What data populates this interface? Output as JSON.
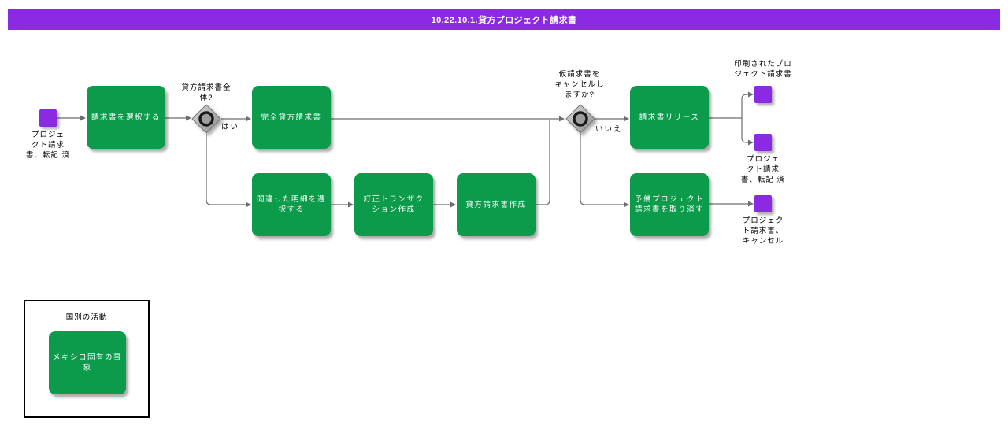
{
  "title": "10.22.10.1.貸方プロジェクト請求書",
  "colors": {
    "accent_purple": "#8A2BE2",
    "task_green": "#0C9B4B",
    "connector_gray": "#6D6D6D",
    "gateway_gray": "#A8A8A8"
  },
  "events": {
    "start": {
      "label_lines": [
        "プロジェ",
        "クト請求",
        "書、転記 済"
      ]
    },
    "printed": {
      "label_lines": [
        "印刷されたプロ",
        "ジェクト請求書"
      ]
    },
    "posted": {
      "label_lines": [
        "プロジェ",
        "クト請求",
        "書、転記 済"
      ]
    },
    "cancelled": {
      "label_lines": [
        "プロジェク",
        "ト請求書、",
        "キャンセル"
      ]
    }
  },
  "tasks": {
    "select_invoice": {
      "lines": [
        "請求書を選択する"
      ]
    },
    "full_credit_memo": {
      "lines": [
        "完全貸方請求書"
      ]
    },
    "select_wrong_items": {
      "lines": [
        "間違った明細を選",
        "択する"
      ]
    },
    "create_correction_txn": {
      "lines": [
        "訂正トランザク",
        "ション作成"
      ]
    },
    "create_credit_memo": {
      "lines": [
        "貸方請求書作成"
      ]
    },
    "release_invoice": {
      "lines": [
        "請求書リリース"
      ]
    },
    "cancel_preliminary_invoice": {
      "lines": [
        "予備プロジェクト",
        "請求書を取り消す"
      ]
    }
  },
  "gateways": {
    "full_credit_question": {
      "label_lines": [
        "貸方請求書全",
        "体?"
      ],
      "branch_yes": "はい"
    },
    "cancel_question": {
      "label_lines": [
        "仮請求書を",
        "キャンセルし",
        "ますか?"
      ],
      "branch_no": "いいえ"
    }
  },
  "legend": {
    "title": "国別の活動",
    "item_lines": [
      "メキシコ固有の事",
      "象"
    ]
  }
}
